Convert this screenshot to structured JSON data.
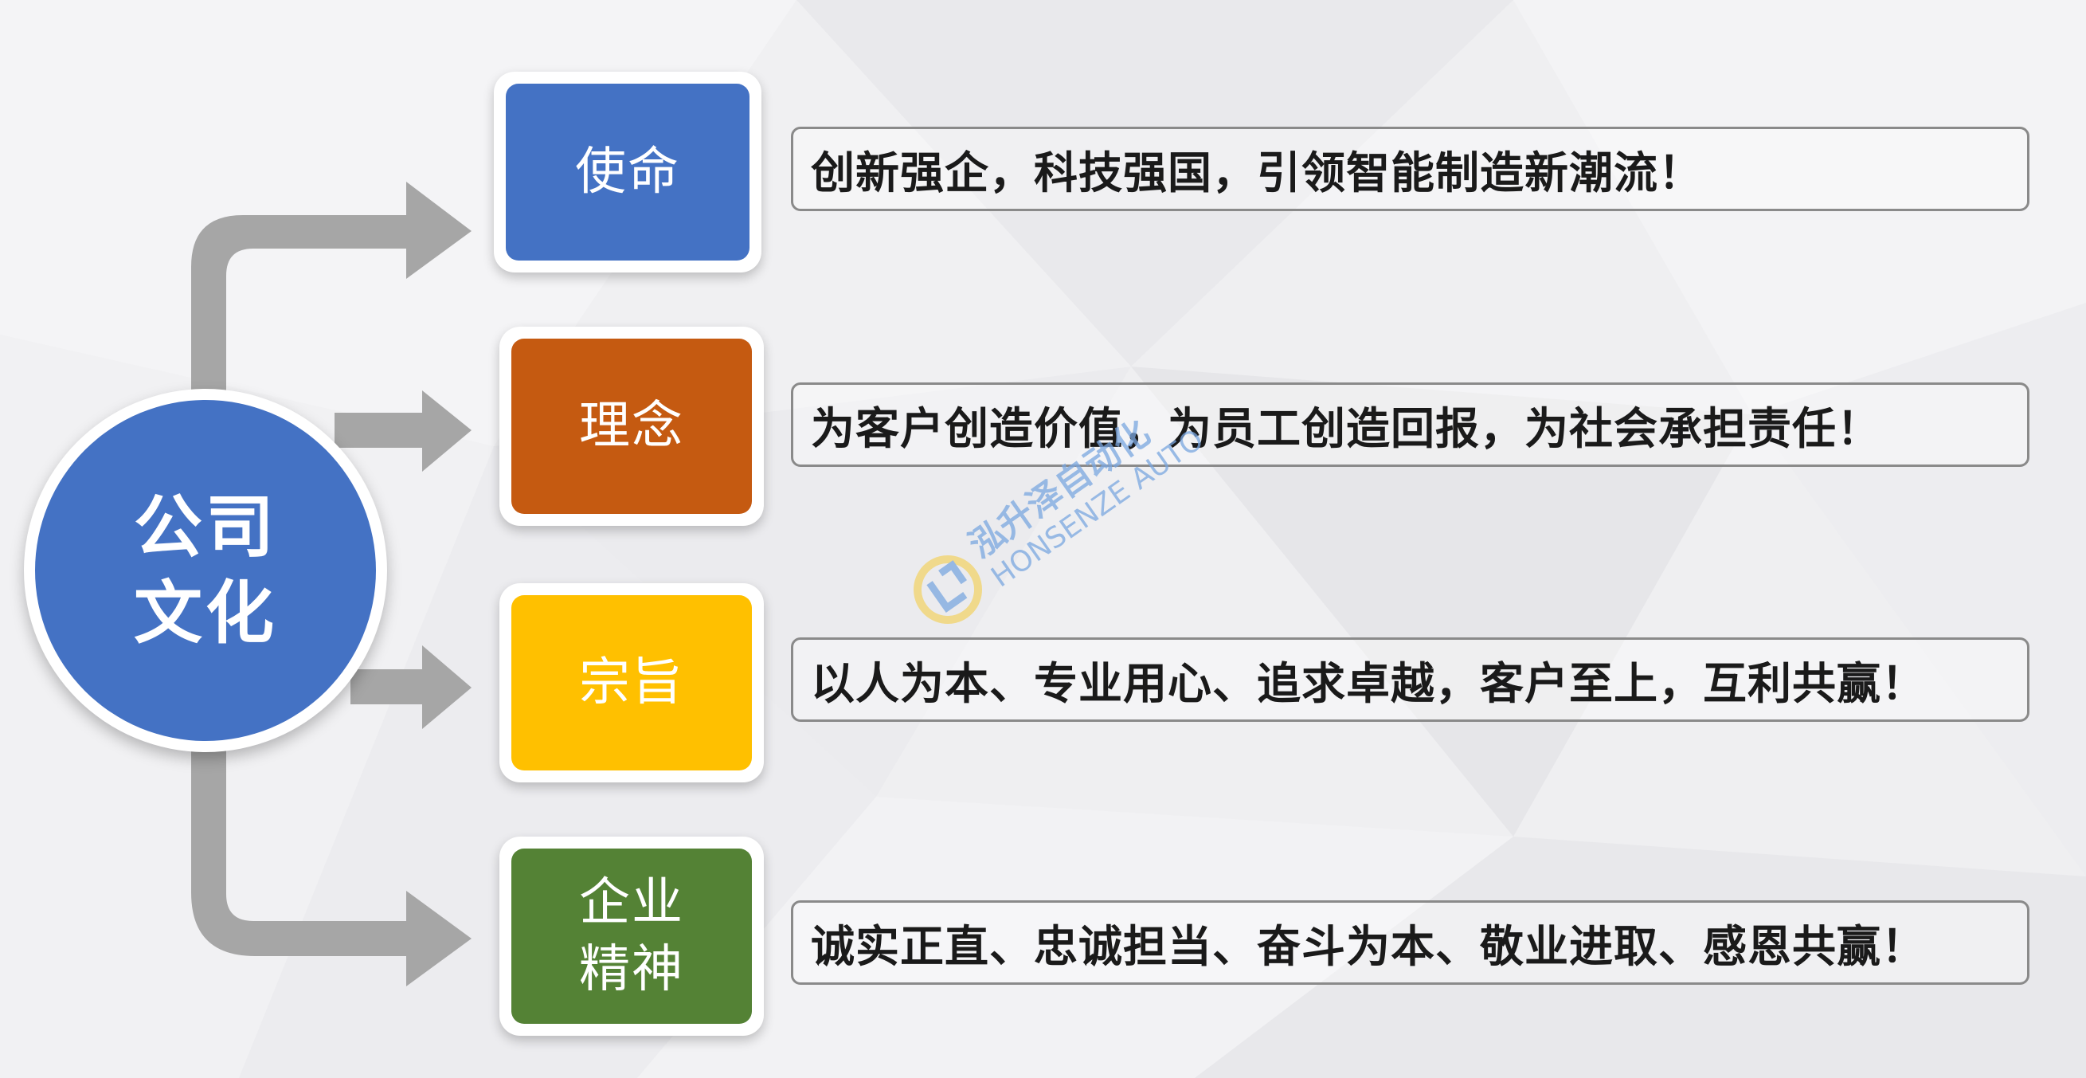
{
  "hub": {
    "lines": [
      "公司",
      "文化"
    ],
    "color": "#4472c4"
  },
  "items": [
    {
      "label_lines": [
        "使命"
      ],
      "color": "#4472c4",
      "statement": "创新强企，科技强国，引领智能制造新潮流！"
    },
    {
      "label_lines": [
        "理念"
      ],
      "color": "#c55a11",
      "statement": "为客户创造价值，为员工创造回报，为社会承担责任！"
    },
    {
      "label_lines": [
        "宗旨"
      ],
      "color": "#ffc000",
      "statement": "以人为本、专业用心、追求卓越，客户至上，互利共赢！"
    },
    {
      "label_lines": [
        "企业",
        "精神"
      ],
      "color": "#548235",
      "statement": "诚实正直、忠诚担当、奋斗为本、敬业进取、感恩共赢！"
    }
  ],
  "watermark": {
    "cn": "泓升泽自动化",
    "en": "HONSENZE AUTO",
    "logo_icon": "honsenze-logo-icon"
  },
  "colors": {
    "arrow": "#a6a6a6",
    "statement_border": "#8a8a8a"
  }
}
